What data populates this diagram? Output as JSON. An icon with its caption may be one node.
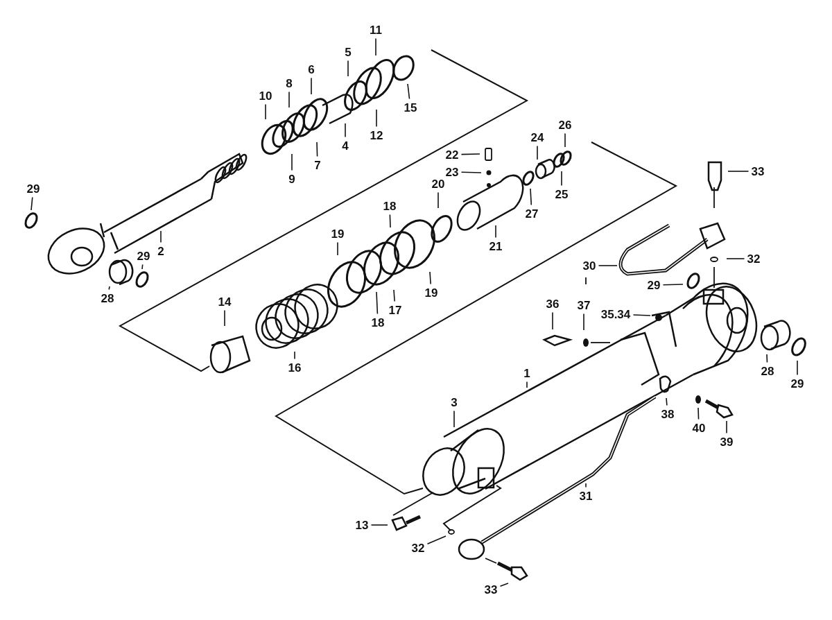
{
  "diagram": {
    "nodes": [
      {
        "text": [
          "11"
        ]
      },
      {
        "text": [
          "5"
        ]
      },
      {
        "text": [
          "6"
        ]
      },
      {
        "text": [
          "8"
        ]
      },
      {
        "text": [
          "10"
        ]
      },
      {
        "text": [
          "15"
        ]
      },
      {
        "text": [
          "12"
        ]
      },
      {
        "text": [
          "4"
        ]
      },
      {
        "text": [
          "9"
        ]
      },
      {
        "text": [
          "7"
        ]
      },
      {
        "text": [
          "22"
        ]
      },
      {
        "text": [
          "23"
        ]
      },
      {
        "text": [
          "26"
        ]
      },
      {
        "text": [
          "24"
        ]
      },
      {
        "text": [
          "25"
        ]
      },
      {
        "text": [
          "27"
        ]
      },
      {
        "text": [
          "20"
        ]
      },
      {
        "text": [
          "21"
        ]
      },
      {
        "text": [
          "29"
        ]
      },
      {
        "text": [
          "2"
        ]
      },
      {
        "text": [
          "29"
        ]
      },
      {
        "text": [
          "28"
        ]
      },
      {
        "text": [
          "18"
        ]
      },
      {
        "text": [
          "19"
        ]
      },
      {
        "text": [
          "19"
        ]
      },
      {
        "text": [
          "18"
        ]
      },
      {
        "text": [
          "17"
        ]
      },
      {
        "text": [
          "14"
        ]
      },
      {
        "text": [
          "16"
        ]
      },
      {
        "text": [
          "33"
        ]
      },
      {
        "text": [
          "30"
        ]
      },
      {
        "text": [
          "32"
        ]
      },
      {
        "text": [
          "29"
        ]
      },
      {
        "text": [
          "36"
        ]
      },
      {
        "text": [
          "37"
        ]
      },
      {
        "text": [
          "35.34"
        ]
      },
      {
        "text": [
          "1"
        ]
      },
      {
        "text": [
          "3"
        ]
      },
      {
        "text": [
          "28"
        ]
      },
      {
        "text": [
          "29"
        ]
      },
      {
        "text": [
          "38"
        ]
      },
      {
        "text": [
          "40"
        ]
      },
      {
        "text": [
          "39"
        ]
      },
      {
        "text": [
          "31"
        ]
      },
      {
        "text": [
          "13"
        ]
      },
      {
        "text": [
          "32"
        ]
      },
      {
        "text": [
          "33"
        ]
      }
    ],
    "edges": [
      {
        "from": 0,
        "to": null,
        "arrow": "none"
      },
      {
        "from": 1,
        "to": null,
        "arrow": "none"
      },
      {
        "from": 2,
        "to": null,
        "arrow": "none"
      },
      {
        "from": 3,
        "to": null,
        "arrow": "none"
      },
      {
        "from": 4,
        "to": null,
        "arrow": "none"
      },
      {
        "from": 5,
        "to": null,
        "arrow": "none"
      },
      {
        "from": 6,
        "to": null,
        "arrow": "none"
      },
      {
        "from": 7,
        "to": null,
        "arrow": "none"
      },
      {
        "from": 8,
        "to": null,
        "arrow": "none"
      },
      {
        "from": 9,
        "to": null,
        "arrow": "none"
      },
      {
        "from": 10,
        "to": null,
        "arrow": "none"
      },
      {
        "from": 11,
        "to": null,
        "arrow": "none"
      },
      {
        "from": 12,
        "to": null,
        "arrow": "none"
      },
      {
        "from": 13,
        "to": null,
        "arrow": "none"
      },
      {
        "from": 14,
        "to": null,
        "arrow": "none"
      },
      {
        "from": 15,
        "to": null,
        "arrow": "none"
      },
      {
        "from": 16,
        "to": null,
        "arrow": "none"
      },
      {
        "from": 17,
        "to": null,
        "arrow": "none"
      },
      {
        "from": 18,
        "to": null,
        "arrow": "none"
      },
      {
        "from": 19,
        "to": null,
        "arrow": "none"
      },
      {
        "from": 20,
        "to": null,
        "arrow": "none"
      },
      {
        "from": 21,
        "to": null,
        "arrow": "none"
      },
      {
        "from": 22,
        "to": null,
        "arrow": "none"
      },
      {
        "from": 23,
        "to": null,
        "arrow": "none"
      },
      {
        "from": 24,
        "to": null,
        "arrow": "none"
      },
      {
        "from": 25,
        "to": null,
        "arrow": "none"
      },
      {
        "from": 26,
        "to": null,
        "arrow": "none"
      },
      {
        "from": 27,
        "to": null,
        "arrow": "none"
      },
      {
        "from": 28,
        "to": null,
        "arrow": "none"
      },
      {
        "from": 29,
        "to": null,
        "arrow": "none"
      },
      {
        "from": 30,
        "to": null,
        "arrow": "none"
      },
      {
        "from": 31,
        "to": null,
        "arrow": "none"
      },
      {
        "from": 32,
        "to": null,
        "arrow": "none"
      },
      {
        "from": 33,
        "to": null,
        "arrow": "none"
      },
      {
        "from": 34,
        "to": null,
        "arrow": "none"
      },
      {
        "from": 35,
        "to": null,
        "arrow": "none"
      },
      {
        "from": 36,
        "to": null,
        "arrow": "none"
      },
      {
        "from": 37,
        "to": null,
        "arrow": "none"
      },
      {
        "from": 38,
        "to": null,
        "arrow": "none"
      },
      {
        "from": 39,
        "to": null,
        "arrow": "none"
      },
      {
        "from": 40,
        "to": null,
        "arrow": "none"
      },
      {
        "from": 41,
        "to": null,
        "arrow": "none"
      },
      {
        "from": 42,
        "to": null,
        "arrow": "none"
      },
      {
        "from": 43,
        "to": null,
        "arrow": "none"
      },
      {
        "from": 44,
        "to": null,
        "arrow": "none"
      },
      {
        "from": 45,
        "to": null,
        "arrow": "none"
      },
      {
        "from": 46,
        "to": null,
        "arrow": "none"
      }
    ]
  }
}
